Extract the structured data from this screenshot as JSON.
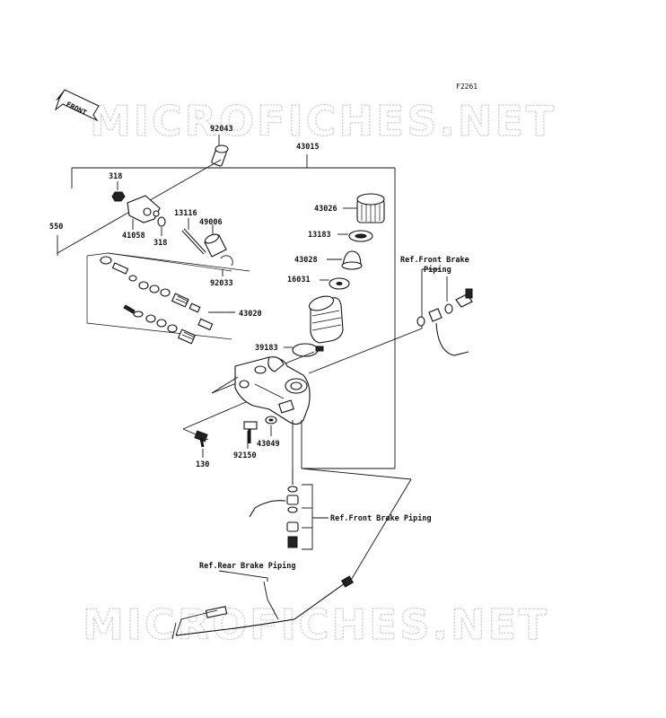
{
  "figure_code": "F2261",
  "front_arrow": "FRONT",
  "watermark_top": "MICROFICHES.NET",
  "watermark_bottom": "MICROFICHES.NET",
  "parts": {
    "p92043": "92043",
    "p43015": "43015",
    "p318a": "318",
    "p550": "550",
    "p41058": "41058",
    "p318b": "318",
    "p13116": "13116",
    "p49006": "49006",
    "p92033": "92033",
    "p43026": "43026",
    "p13183": "13183",
    "p43028": "43028",
    "p16031": "16031",
    "p43020": "43020",
    "p39183": "39183",
    "p43049": "43049",
    "p92150": "92150",
    "p130": "130"
  },
  "refs": {
    "front_brake_top_line1": "Ref.Front Brake",
    "front_brake_top_line2": "Piping",
    "front_brake_mid": "Ref.Front Brake Piping",
    "rear_brake": "Ref.Rear Brake Piping"
  }
}
